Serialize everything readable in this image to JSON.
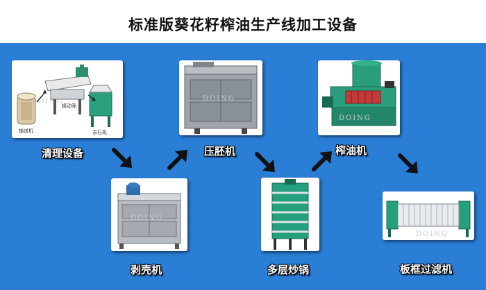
{
  "title": "标准版葵花籽榨油生产线加工设备",
  "colors": {
    "background": "#2a7ed6",
    "label_text": "#ffffff",
    "label_outline": "#000000",
    "machine_green": "#1f9a7a",
    "machine_grey": "#9aa1a8"
  },
  "steps": [
    {
      "label": "清理设备",
      "sublabels": [
        "输送机",
        "振动筛",
        "去石机"
      ]
    },
    {
      "label": "剥壳机"
    },
    {
      "label": "压胚机"
    },
    {
      "label": "多层炒锅"
    },
    {
      "label": "榨油机"
    },
    {
      "label": "板框过滤机"
    }
  ],
  "icons": [
    "down-right-arrow-icon",
    "up-right-arrow-icon"
  ]
}
